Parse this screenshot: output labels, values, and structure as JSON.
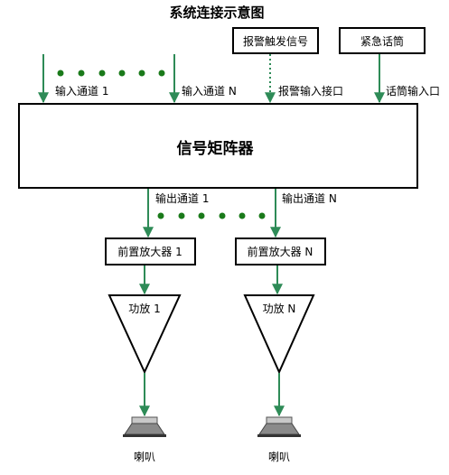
{
  "title": "系统连接示意图",
  "inputs": {
    "channel_1": "输入通道 1",
    "channel_n": "输入通道 N",
    "alarm_port": "报警输入接口",
    "mic_port": "话筒输入口"
  },
  "top_boxes": {
    "alarm_trigger": "报警触发信号",
    "emergency_mic": "紧急话筒"
  },
  "matrix": "信号矩阵器",
  "outputs": {
    "channel_1": "输出通道 1",
    "channel_n": "输出通道 N"
  },
  "preamps": {
    "first": "前置放大器 1",
    "last": "前置放大器 N"
  },
  "amps": {
    "first": "功放 1",
    "last": "功放 N"
  },
  "speakers": {
    "first": "喇叭",
    "last": "喇叭"
  },
  "colors": {
    "arrow": "#2e8b57",
    "dots": "#1a7a1a"
  }
}
